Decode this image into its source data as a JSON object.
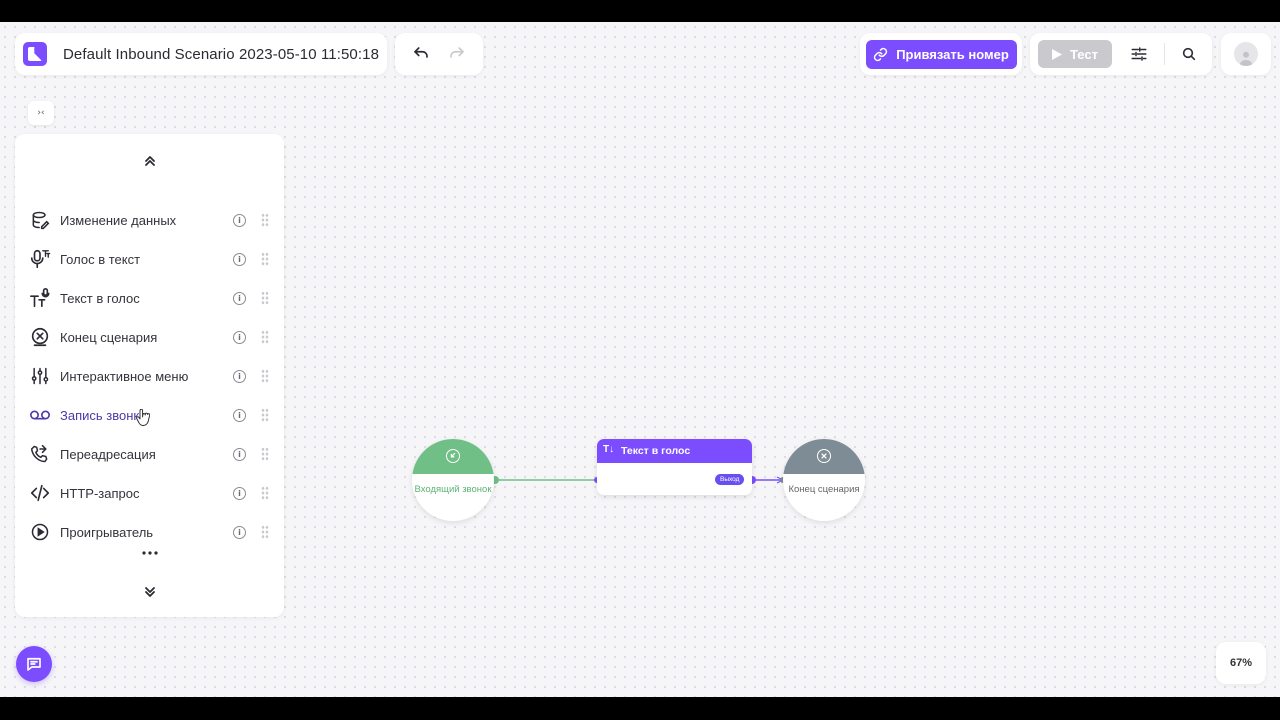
{
  "header": {
    "title": "Default Inbound Scenario 2023-05-10 11:50:18",
    "bind_number_label": "Привязать номер",
    "test_label": "Тест",
    "icons": [
      "logo-icon",
      "undo-icon",
      "redo-icon",
      "link-icon",
      "play-icon",
      "sliders-icon",
      "search-icon",
      "user-icon"
    ]
  },
  "palette": {
    "items": [
      {
        "label": "Изменение данных",
        "icon": "database-edit-icon"
      },
      {
        "label": "Голос в текст",
        "icon": "mic-text-icon"
      },
      {
        "label": "Текст в голос",
        "icon": "text-voice-icon"
      },
      {
        "label": "Конец сценария",
        "icon": "end-scenario-icon"
      },
      {
        "label": "Интерактивное меню",
        "icon": "sliders-vertical-icon"
      },
      {
        "label": "Запись звонка",
        "icon": "voicemail-icon"
      },
      {
        "label": "Переадресация",
        "icon": "phone-forward-icon"
      },
      {
        "label": "HTTP-запрос",
        "icon": "code-icon"
      },
      {
        "label": "Проигрыватель",
        "icon": "play-circle-icon"
      }
    ],
    "active_item": "Запись звонка"
  },
  "flow": {
    "start_node_label": "Входящий звонок",
    "tts_node_title": "Текст в голос",
    "tts_output_label": "Выход",
    "end_node_label": "Конец сценария"
  },
  "zoom": "67%",
  "colors": {
    "accent": "#7c4dff",
    "start_node": "#6fbf86",
    "end_node": "#7d8c95",
    "test_disabled": "#c9c9ce"
  }
}
